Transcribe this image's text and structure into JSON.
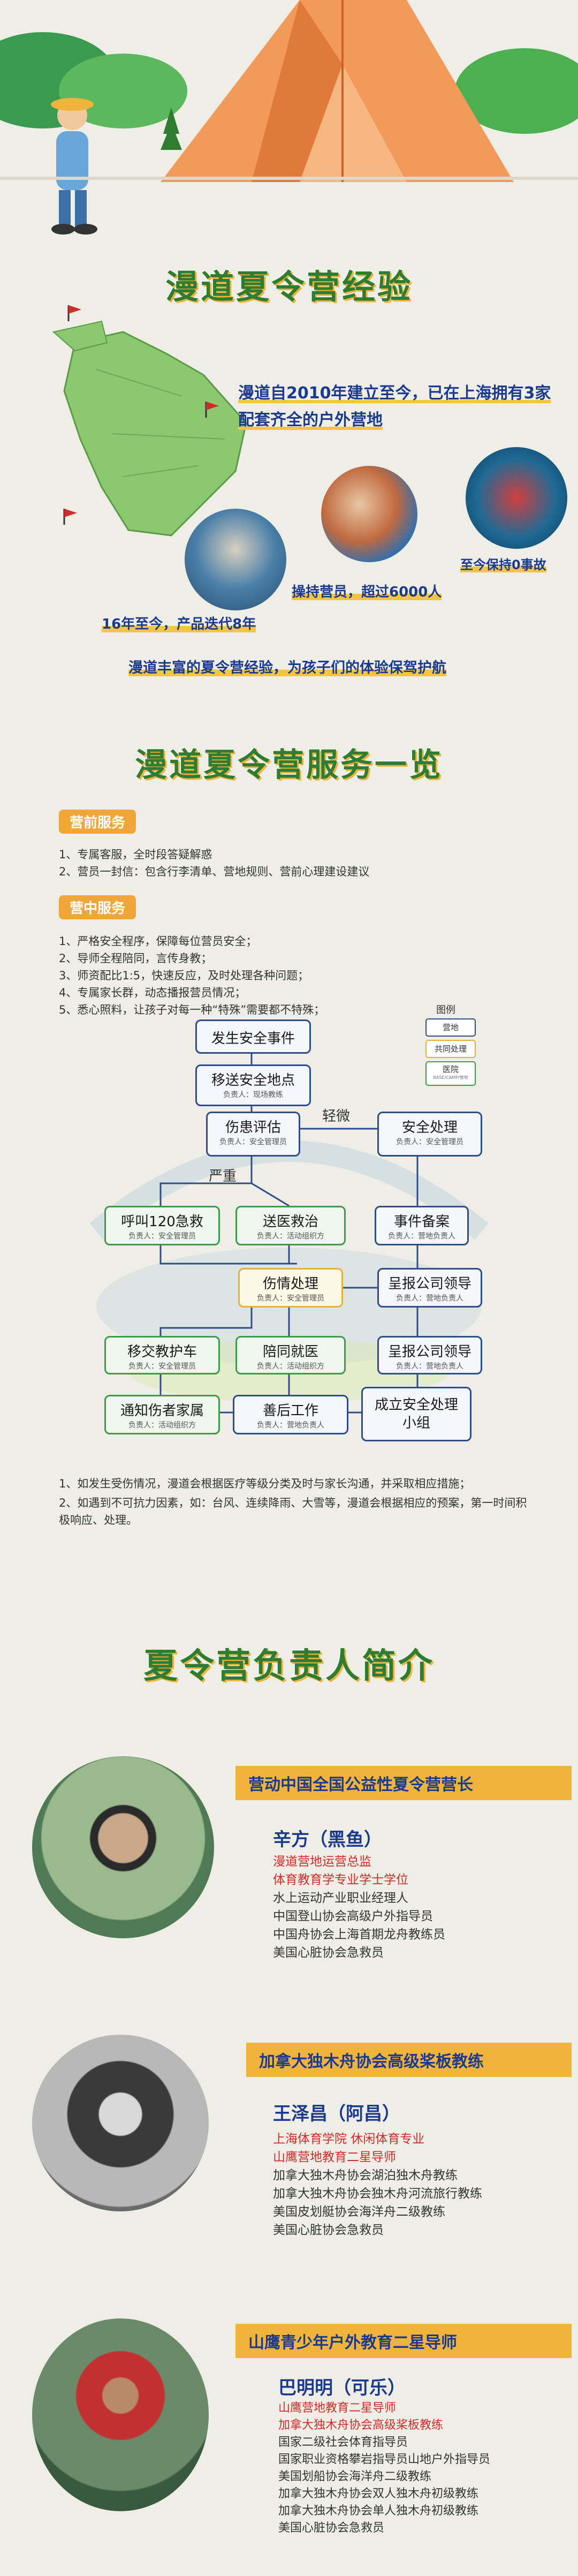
{
  "header": {
    "title": "漫道夏令营经验"
  },
  "intro": {
    "line1": "漫道自2010年建立至今，已在上海拥有3家配套齐全的户外营地",
    "stat_staff": "操持营员，超过6000人",
    "stat_safety": "至今保持0事故",
    "stat_years": "16年至今，产品迭代8年",
    "line2": "漫道丰富的夏令营经验，为孩子们的体验保驾护航"
  },
  "services": {
    "title": "漫道夏令营服务一览",
    "pre_label": "营前服务",
    "pre_items": [
      "1、专属客服，全时段答疑解惑",
      "2、营员一封信：包含行李清单、营地规则、营前心理建设建议"
    ],
    "mid_label": "营中服务",
    "mid_items": [
      "1、严格安全程序，保障每位营员安全；",
      "2、导师全程陪同，言传身教；",
      "3、师资配比1:5，快速反应，及时处理各种问题；",
      "4、专属家长群，动态播报营员情况；",
      "5、悉心照料，让孩子对每一种“特殊”需要都不特殊；"
    ]
  },
  "flow": {
    "legend_title": "图例",
    "legend_items": [
      "营地",
      "共同处理",
      "医院"
    ],
    "legend_sub": "BASE/CAMP/营地",
    "nodes": {
      "n1": {
        "t": "发生安全事件",
        "s": ""
      },
      "n2": {
        "t": "移送安全地点",
        "s": "负责人：现场教练"
      },
      "n3": {
        "t": "伤患评估",
        "s": "负责人：安全管理员"
      },
      "n4": {
        "t": "安全处理",
        "s": "负责人：安全管理员"
      },
      "n5": {
        "t": "呼叫120急救",
        "s": "负责人：安全管理员"
      },
      "n6": {
        "t": "送医救治",
        "s": "负责人：活动组织方"
      },
      "n7": {
        "t": "事件备案",
        "s": "负责人：营地负责人"
      },
      "n8": {
        "t": "伤情处理",
        "s": "负责人：安全管理员"
      },
      "n9": {
        "t": "呈报公司领导",
        "s": "负责人：营地负责人"
      },
      "n10": {
        "t": "移交教护车",
        "s": "负责人：安全管理员"
      },
      "n11": {
        "t": "陪同就医",
        "s": "负责人：活动组织方"
      },
      "n12": {
        "t": "呈报公司领导",
        "s": "负责人：营地负责人"
      },
      "n13": {
        "t": "通知伤者家属",
        "s": "负责人：活动组织方"
      },
      "n14": {
        "t": "善后工作",
        "s": "负责人：营地负责人"
      },
      "n15": {
        "t": "成立安全处理小组",
        "s": ""
      }
    },
    "label_light": "轻微",
    "label_severe": "严重"
  },
  "notes": [
    "1、如发生受伤情况，漫道会根据医疗等级分类及时与家长沟通，并采取相应措施；",
    "2、如遇到不可抗力因素，如：台风、连续降雨、大雪等，漫道会根据相应的预案，第一时间积极响应、处理。"
  ],
  "leaders": {
    "title": "夏令营负责人简介",
    "people": [
      {
        "ribbon": "营动中国全国公益性夏令营营长",
        "name": "辛方（黑鱼）",
        "red_lines": [
          "漫道营地运营总监",
          "体育教育学专业学士学位"
        ],
        "lines": [
          "水上运动产业职业经理人",
          "中国登山协会高级户外指导员",
          "中国舟协会上海首期龙舟教练员",
          "美国心脏协会急救员"
        ]
      },
      {
        "ribbon": "加拿大独木舟协会高级桨板教练",
        "name": "王泽昌（阿昌）",
        "red_lines": [
          "上海体育学院 休闲体育专业",
          "山鹰营地教育二星导师"
        ],
        "lines": [
          "加拿大独木舟协会湖泊独木舟教练",
          "加拿大独木舟协会独木舟河流旅行教练",
          "美国皮划艇协会海洋舟二级教练",
          "美国心脏协会急救员"
        ]
      },
      {
        "ribbon": "山鹰青少年户外教育二星导师",
        "name": "巴明明（可乐）",
        "red_lines": [
          "山鹰营地教育二星导师",
          "加拿大独木舟协会高级桨板教练"
        ],
        "lines": [
          "国家二级社会体育指导员",
          "国家职业资格攀岩指导员山地户外指导员",
          "美国划船协会海洋舟二级教练",
          "加拿大独木舟协会双人独木舟初级教练",
          "加拿大独木舟协会单人独木舟初级教练",
          "美国心脏协会急救员"
        ]
      }
    ]
  },
  "colors": {
    "accent": "#f0b43c",
    "green": "#2e7d32",
    "navy": "#1b3a8f",
    "red": "#d02a2a"
  }
}
